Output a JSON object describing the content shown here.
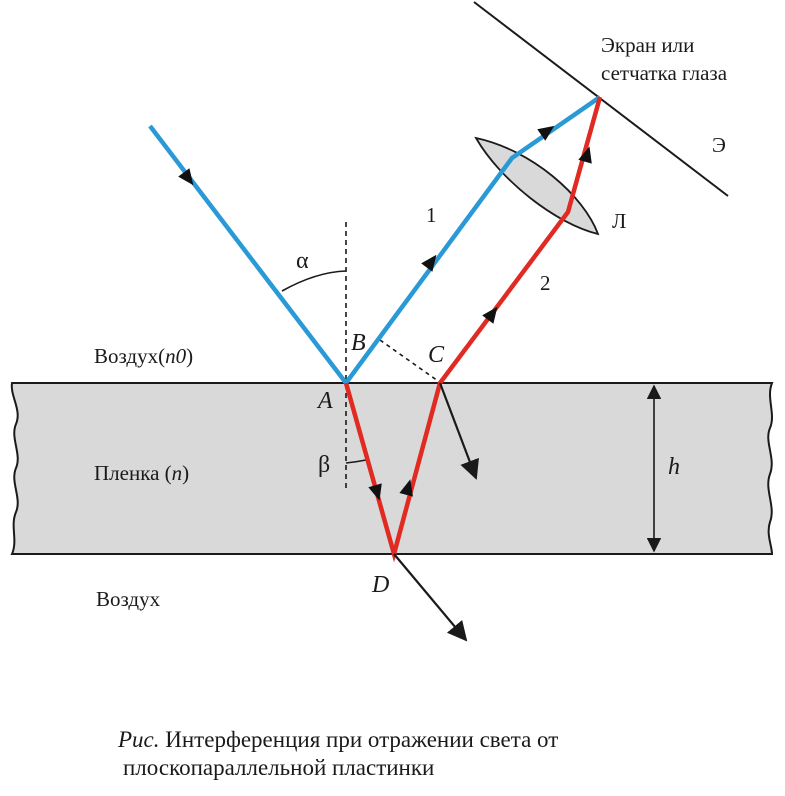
{
  "labels": {
    "screen_line1": "Экран или",
    "screen_line2": "сетчатка глаза",
    "screen_symbol": "Э",
    "lens_symbol": "Л",
    "ray1": "1",
    "ray2": "2",
    "angle_alpha": "α",
    "angle_beta": "β",
    "point_a": "A",
    "point_b": "B",
    "point_c": "C",
    "point_d": "D",
    "thickness": "h",
    "air_top_prefix": "Воздух(",
    "air_top_index": "n0",
    "air_top_suffix": ")",
    "film_prefix": "Пленка (",
    "film_index": "n",
    "film_suffix": ")",
    "air_bottom": "Воздух"
  },
  "caption": {
    "prefix": "Рис.",
    "line1": " Интерференция при отражении света от",
    "line2": "плоскопараллельной пластинки"
  },
  "colors": {
    "blue_ray": "#2a9ad6",
    "red_ray": "#e02a22",
    "film_fill": "#d9d9d9",
    "ink": "#1a1a1a"
  }
}
